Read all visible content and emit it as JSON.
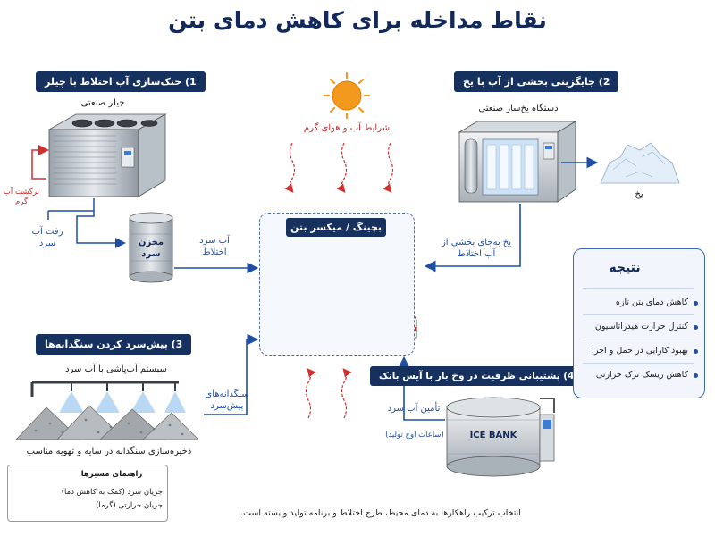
{
  "title": "نقاط مداخله برای کاهش دمای بتن",
  "sections": {
    "s1": {
      "badge": "1) خنک‌سازی آب اختلاط با چیلر",
      "device": "چیلر صنعتی",
      "return_label_1": "برگشت آب",
      "return_label_2": "گرم",
      "supply_label_1": "رفت آب",
      "supply_label_2": "سرد",
      "tank_1": "مخزن",
      "tank_2": "سرد",
      "out_label_1": "آب سرد",
      "out_label_2": "اختلاط"
    },
    "s2": {
      "badge": "2) جایگزینی بخشی از آب با یخ",
      "device": "دستگاه یخ‌ساز صنعتی",
      "ice": "یخ",
      "out_label_1": "یخ به‌جای بخشی از",
      "out_label_2": "آب اختلاط"
    },
    "s3": {
      "badge": "3) پیش‌سرد کردن سنگدانه‌ها",
      "spray": "سیستم آب‌پاشی با آب سرد",
      "storage": "ذخیره‌سازی سنگدانه در سایه و تهویه مناسب",
      "out_label_1": "سنگدانه‌های",
      "out_label_2": "پیش‌سرد"
    },
    "s4": {
      "badge": "4) پشتیبانی ظرفیت در وخ بار با آیس بانک",
      "tank_text": "ICE BANK",
      "supply": "تأمین آب سرد",
      "note": "(ساعات اوج تولید)"
    },
    "sun": {
      "label": "شرایط آب و هوای گرم"
    }
  },
  "hub": {
    "title": "بچینگ / میکسر بتن"
  },
  "result": {
    "title": "نتیجه",
    "items": [
      "کاهش دمای بتن تازه",
      "کنترل حرارت هیدراتاسیون",
      "بهبود کارایی در حمل و اجرا",
      "کاهش ریسک ترک حرارتی"
    ]
  },
  "legend": {
    "title": "راهنمای مسیرها",
    "cold": "جریان سرد (کمک به کاهش دما)",
    "heat": "جریان حرارتی (گرما)"
  },
  "footer": "انتخاب ترکیب راهکارها به دمای محیط، طرح اختلاط و برنامه تولید وابسته است.",
  "colors": {
    "navy": "#17315f",
    "cold": "#1f4fa3",
    "heat": "#d32f2f",
    "sun": "#f39a1e"
  }
}
